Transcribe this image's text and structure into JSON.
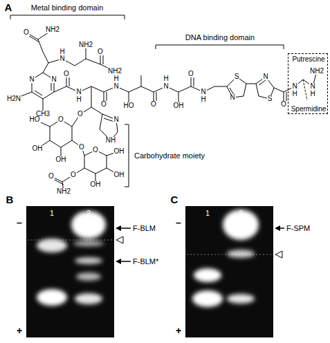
{
  "diagram": {
    "nodes": [
      {
        "text": [
          "Putrescine",
          "Spermidine"
        ]
      },
      {
        "text": [
          "1",
          "2"
        ]
      },
      {
        "text": [
          "1",
          "2"
        ]
      }
    ],
    "labels": [
      "A",
      "Metal binding domain",
      "DNA binding domain",
      "Carbohydrate moiety",
      "B",
      "C",
      "–",
      "+",
      "–",
      "+",
      "F-BLM",
      "F-BLM*",
      "F-SPM",
      "O",
      "NH2",
      "N",
      "H",
      "NH2",
      "O",
      "NH2",
      "N",
      "N",
      "H2N",
      "CH3",
      "O",
      "N",
      "H",
      "O",
      "N",
      "H",
      "HO",
      "O",
      "N",
      "H",
      "OH",
      "O",
      "N",
      "H",
      "S",
      "N",
      "N",
      "S",
      "O",
      "N",
      "H",
      "N",
      "H",
      "NH2",
      "N",
      "NH",
      "O",
      "O",
      "HO",
      "OH",
      "OH",
      "O",
      "O",
      "OH",
      "OH",
      "OH",
      "O",
      "O",
      "NH2"
    ]
  }
}
